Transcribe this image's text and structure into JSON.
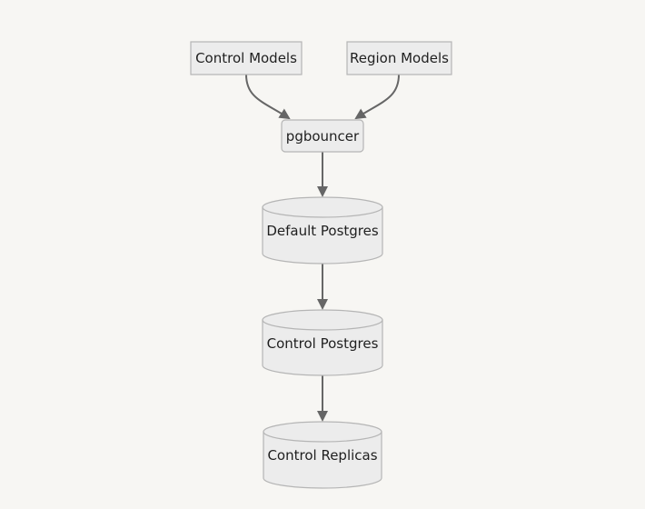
{
  "diagram": {
    "nodes": {
      "control_models": {
        "label": "Control Models",
        "shape": "rect"
      },
      "region_models": {
        "label": "Region Models",
        "shape": "rect"
      },
      "pgbouncer": {
        "label": "pgbouncer",
        "shape": "rounded-rect"
      },
      "default_postgres": {
        "label": "Default Postgres",
        "shape": "cylinder"
      },
      "control_postgres": {
        "label": "Control Postgres",
        "shape": "cylinder"
      },
      "control_replicas": {
        "label": "Control Replicas",
        "shape": "cylinder"
      }
    },
    "edges": [
      {
        "from": "Control Models",
        "to": "pgbouncer"
      },
      {
        "from": "Region Models",
        "to": "pgbouncer"
      },
      {
        "from": "pgbouncer",
        "to": "Default Postgres"
      },
      {
        "from": "Default Postgres",
        "to": "Control Postgres"
      },
      {
        "from": "Control Postgres",
        "to": "Control Replicas"
      }
    ],
    "colors": {
      "background": "#f7f6f3",
      "node_fill": "#ececec",
      "node_stroke": "#b5b5b5",
      "edge": "#666666",
      "text": "#1f1f1f"
    }
  }
}
